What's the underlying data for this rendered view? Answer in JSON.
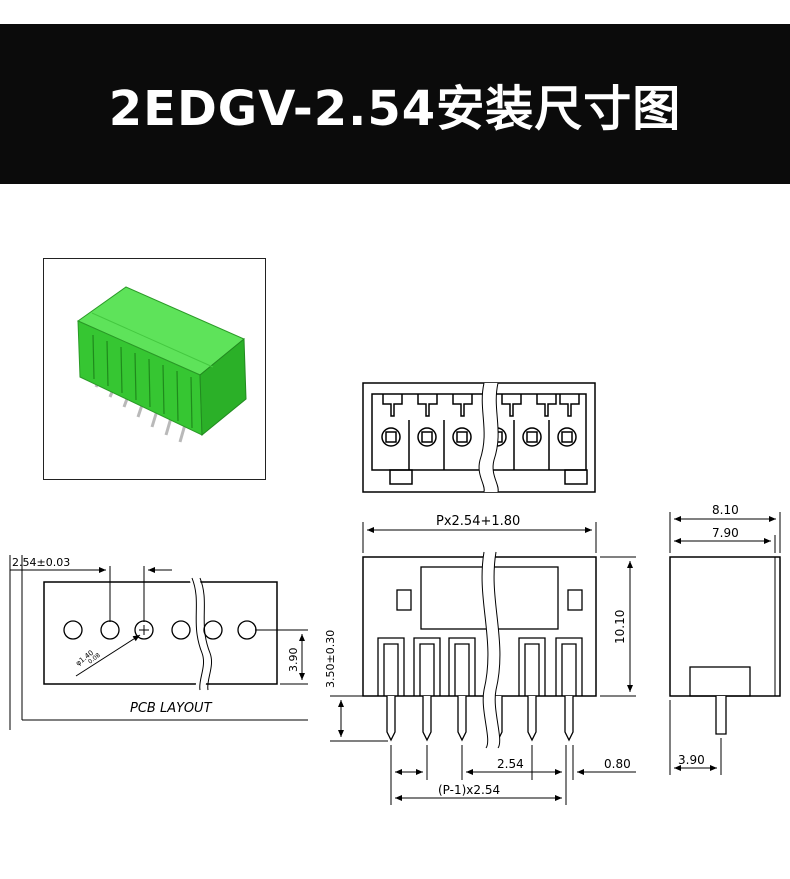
{
  "header": {
    "title": "2EDGV-2.54安装尺寸图"
  },
  "colors": {
    "banner_bg": "#0b0b0b",
    "banner_text": "#ffffff",
    "connector_green": "#3fd23c",
    "line": "#000000"
  },
  "pcb_layout": {
    "pitch_label": "2.54±0.03",
    "hole_label": "φ1.40",
    "hole_label2": "0.08",
    "height_label": "3.90",
    "caption": "PCB LAYOUT"
  },
  "front_view": {
    "width_label": "Px2.54+1.80",
    "height_label": "10.10",
    "pin_length_label": "3.50±0.30",
    "pitch_label": "2.54",
    "pin_width_label": "0.80",
    "span_label": "(P-1)x2.54"
  },
  "side_view": {
    "outer_width_label": "8.10",
    "inner_width_label": "7.90",
    "pin_offset_label": "3.90"
  }
}
